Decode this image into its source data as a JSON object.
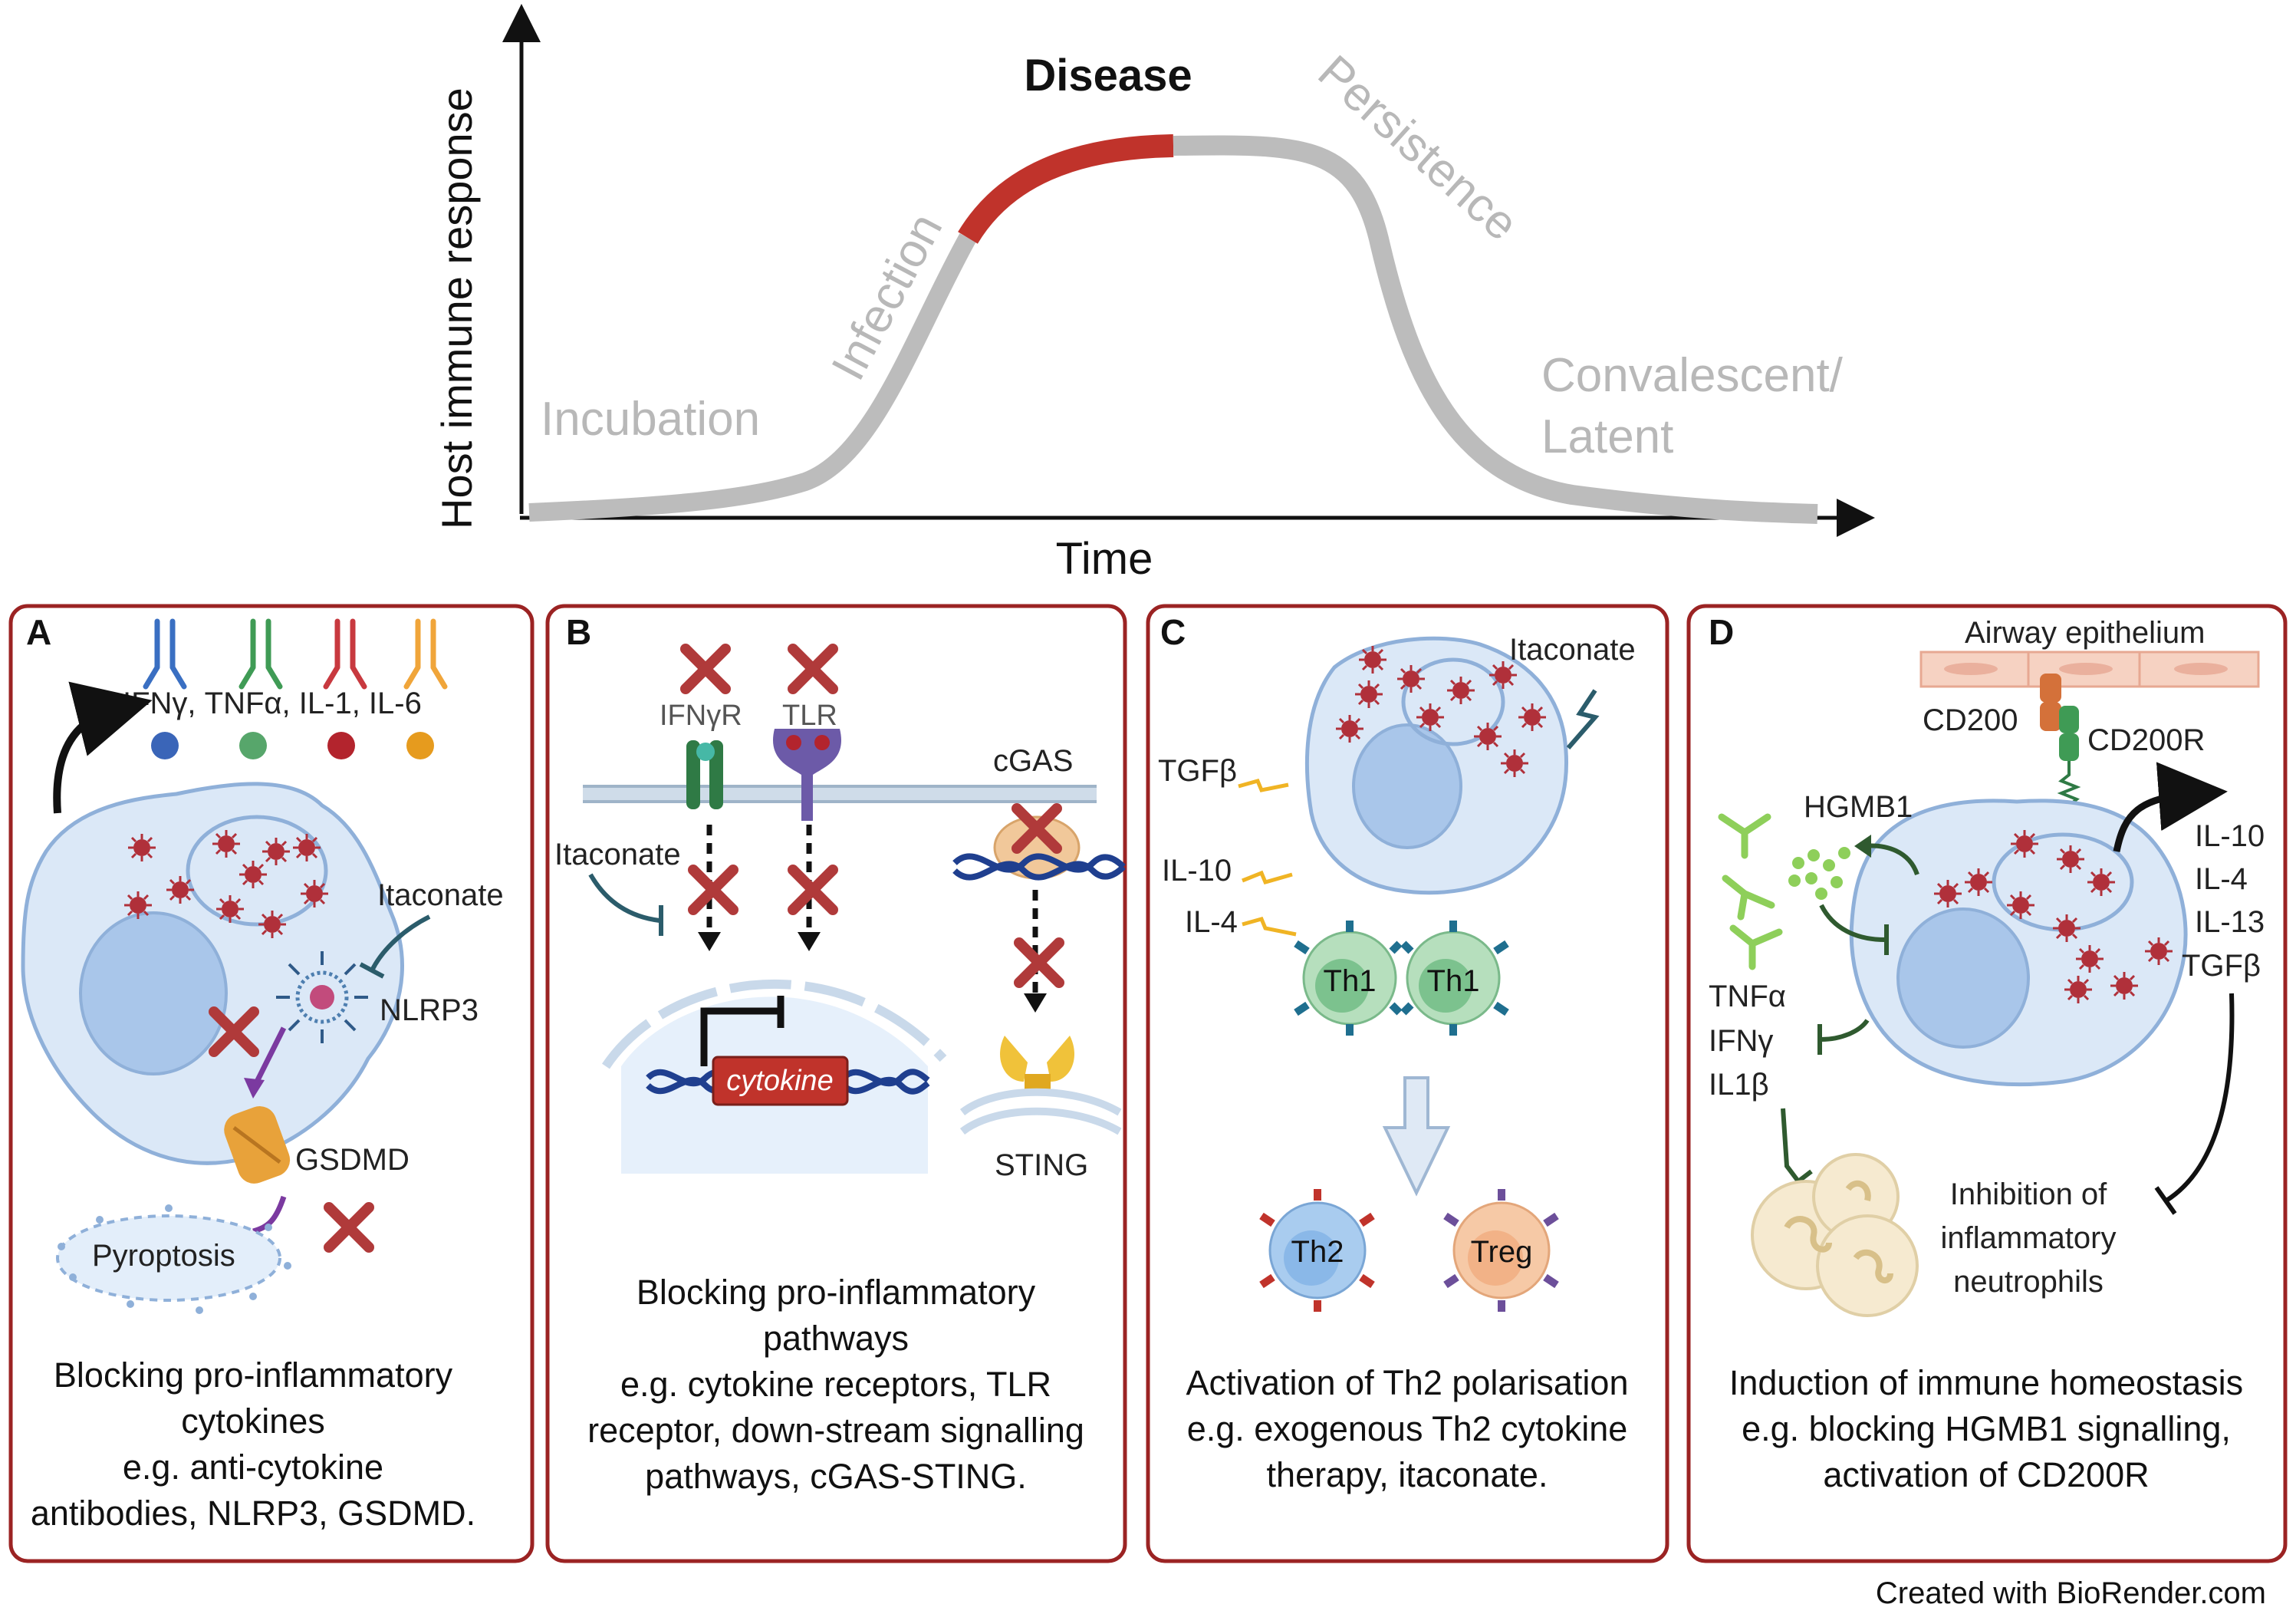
{
  "timeline": {
    "y_axis_label": "Host immune response",
    "x_axis_label": "Time",
    "stages": {
      "incubation": "Incubation",
      "infection": "Infection",
      "disease": "Disease",
      "persistence": "Persistence",
      "convalescent_line1": "Convalescent/",
      "convalescent_line2": "Latent"
    }
  },
  "panels": {
    "a": {
      "letter": "A",
      "cytokines": "IFNγ, TNFα, IL-1, IL-6",
      "itaconate": "Itaconate",
      "nlrp3": "NLRP3",
      "gsdmd": "GSDMD",
      "pyroptosis": "Pyroptosis",
      "caption": [
        "Blocking pro-inflammatory",
        "cytokines",
        "e.g. anti-cytokine",
        "antibodies, NLRP3, GSDMD."
      ]
    },
    "b": {
      "letter": "B",
      "ifngr": "IFNγR",
      "tlr": "TLR",
      "cgas": "cGAS",
      "itaconate": "Itaconate",
      "cytokine": "cytokine",
      "sting": "STING",
      "caption": [
        "Blocking pro-inflammatory",
        "pathways",
        "e.g. cytokine receptors, TLR",
        "receptor, down-stream signalling",
        "pathways, cGAS-STING."
      ]
    },
    "c": {
      "letter": "C",
      "itaconate": "Itaconate",
      "tgfb": "TGFβ",
      "il10": "IL-10",
      "il4": "IL-4",
      "th1": "Th1",
      "th2": "Th2",
      "treg": "Treg",
      "caption": [
        "Activation of Th2 polarisation",
        "e.g. exogenous Th2 cytokine",
        "therapy, itaconate."
      ]
    },
    "d": {
      "letter": "D",
      "airway": "Airway epithelium",
      "cd200": "CD200",
      "cd200r": "CD200R",
      "hgmb1": "HGMB1",
      "tnfa": "TNFα",
      "ifng": "IFNγ",
      "il1b": "IL1β",
      "il10": "IL-10",
      "il4": "IL-4",
      "il13": "IL-13",
      "tgfb": "TGFβ",
      "inhibition": [
        "Inhibition of",
        "inflammatory",
        "neutrophils"
      ],
      "caption": [
        "Induction of immune homeostasis",
        "e.g. blocking HGMB1 signalling,",
        "activation of CD200R"
      ]
    }
  },
  "credit": "Created with BioRender.com",
  "colors": {
    "panel_border": "#9b2323",
    "disease_red": "#c0332b",
    "curve_grey": "#bcbcbc",
    "cell_fill": "#dbe8f7",
    "cell_stroke": "#8fb0d9",
    "nucleus": "#a9c6ea",
    "virus": "#b0303a",
    "cross": "#b03a3a"
  }
}
